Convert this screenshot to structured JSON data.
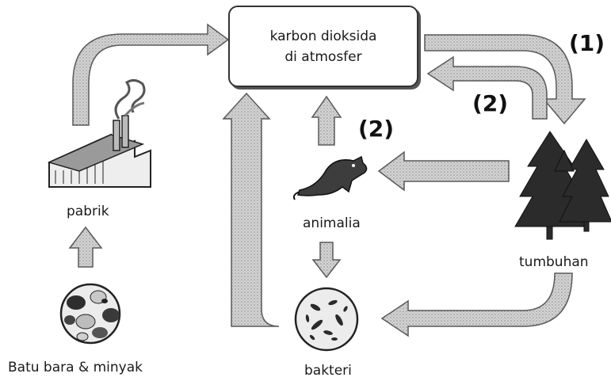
{
  "atmosphere": {
    "line1": "karbon dioksida",
    "line2": "di atmosfer"
  },
  "nodes": {
    "factory": "pabrik",
    "fuel": "Batu bara & minyak",
    "animal": "animalia",
    "bacteria": "bakteri",
    "plant": "tumbuhan"
  },
  "markers": {
    "photosynthesis": "(1)",
    "respiration_plant": "(2)",
    "respiration_animal": "(2)"
  },
  "colors": {
    "arrow_fill": "#c9c9c9",
    "arrow_stroke": "#5a5a5a",
    "ink": "#222222"
  }
}
